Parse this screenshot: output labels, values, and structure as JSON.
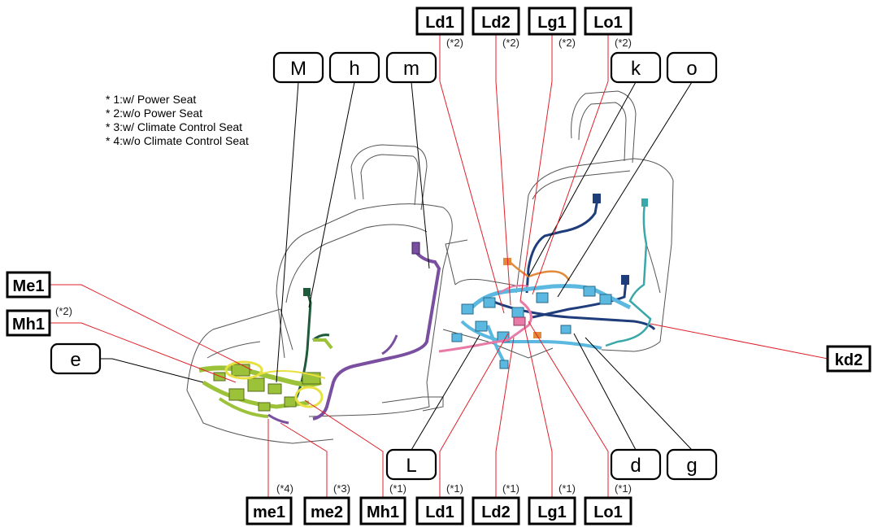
{
  "legend": [
    "* 1:w/ Power Seat",
    "* 2:w/o Power Seat",
    "* 3:w/ Climate Control Seat",
    "* 4:w/o Climate Control Seat"
  ],
  "top_connectors": [
    {
      "label": "Ld1",
      "note": "(*2)"
    },
    {
      "label": "Ld2",
      "note": "(*2)"
    },
    {
      "label": "Lg1",
      "note": "(*2)"
    },
    {
      "label": "Lo1",
      "note": "(*2)"
    }
  ],
  "top_parts": [
    "M",
    "h",
    "m",
    "k",
    "o"
  ],
  "left_connectors": [
    {
      "label": "Me1",
      "note": ""
    },
    {
      "label": "Mh1",
      "note": "(*2)"
    }
  ],
  "left_parts": [
    "e"
  ],
  "right_connectors": [
    {
      "label": "kd2"
    }
  ],
  "bottom_parts": [
    "L",
    "d",
    "g"
  ],
  "bottom_connectors": [
    {
      "label": "me1",
      "note": "(*4)"
    },
    {
      "label": "me2",
      "note": "(*3)"
    },
    {
      "label": "Mh1",
      "note": "(*1)"
    },
    {
      "label": "Ld1",
      "note": "(*1)"
    },
    {
      "label": "Ld2",
      "note": "(*1)"
    },
    {
      "label": "Lg1",
      "note": "(*1)"
    },
    {
      "label": "Lo1",
      "note": "(*1)"
    }
  ],
  "colors": {
    "leader_red": "#e0202a",
    "harness_green": "#9cc23a",
    "harness_yellow": "#e8e040",
    "harness_purple": "#7a4fa0",
    "harness_darkgreen": "#1f5a3a",
    "harness_lightblue": "#5bb8e0",
    "harness_navy": "#1e3d7a",
    "harness_pink": "#e87aa8",
    "harness_orange": "#e08a3a",
    "harness_teal": "#3aa8a8"
  }
}
